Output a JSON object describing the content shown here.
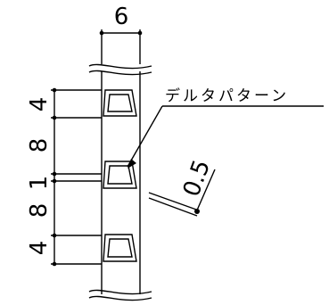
{
  "dimensions": {
    "width_label": "6",
    "vertical": [
      "4",
      "8",
      "1",
      "8",
      "4"
    ]
  },
  "annotation": {
    "label": "デルタパターン",
    "size_label": "0.5"
  },
  "colors": {
    "line": "#000000",
    "background": "#ffffff"
  }
}
